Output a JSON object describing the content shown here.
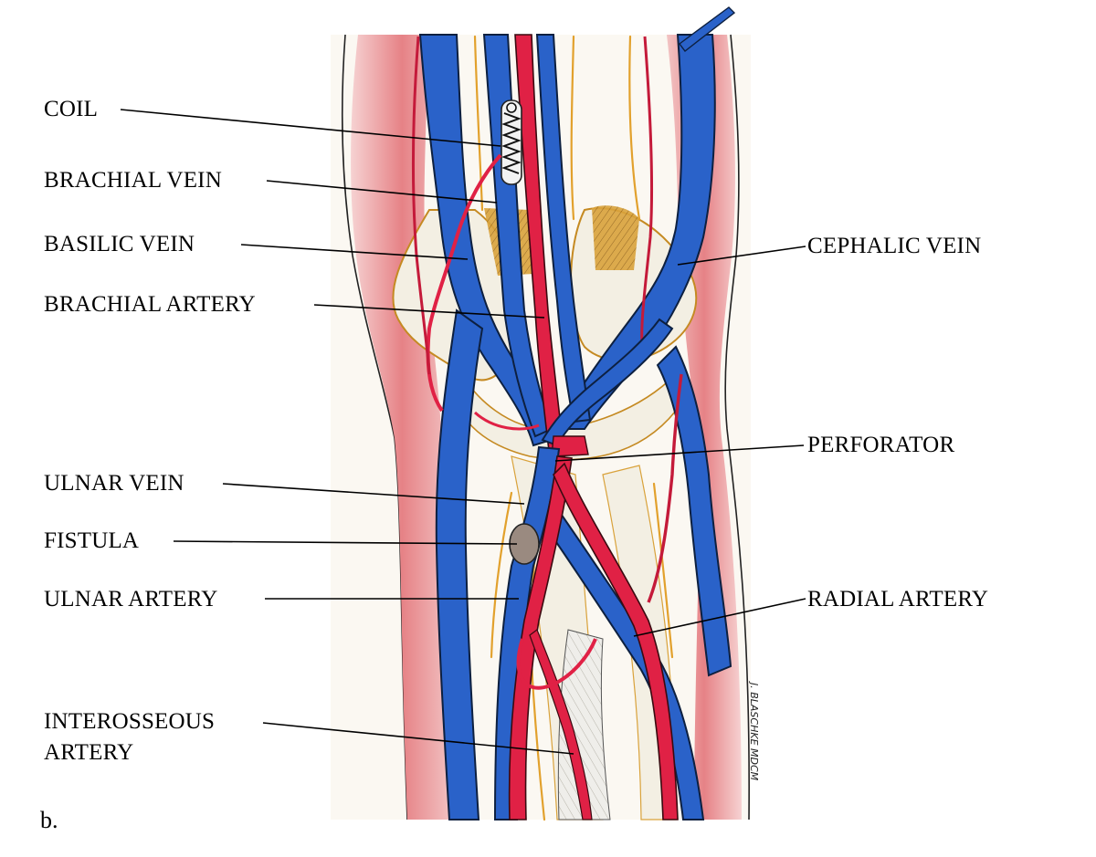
{
  "figure": {
    "panel_letter": "b.",
    "signature": "J. BLASCHKE MDCM",
    "labels": {
      "coil": "COIL",
      "brachial_vein": "BRACHIAL VEIN",
      "basilic_vein": "BASILIC VEIN",
      "brachial_artery": "BRACHIAL ARTERY",
      "ulnar_vein": "ULNAR VEIN",
      "fistula": "FISTULA",
      "ulnar_artery": "ULNAR ARTERY",
      "interosseous_artery": "INTEROSSEOUS\nARTERY",
      "cephalic_vein": "CEPHALIC VEIN",
      "perforator": "PERFORATOR",
      "radial_artery": "RADIAL ARTERY"
    },
    "colors": {
      "vein": "#2a62c9",
      "vein_dark": "#1d47a0",
      "artery": "#e02145",
      "muscle": "#e98a8e",
      "muscle_light": "#f4c3c3",
      "bone": "#f3efe3",
      "bone_shadow": "#d9a23b",
      "tendon": "#e9e6e0",
      "background": "#fbf8f2"
    }
  }
}
